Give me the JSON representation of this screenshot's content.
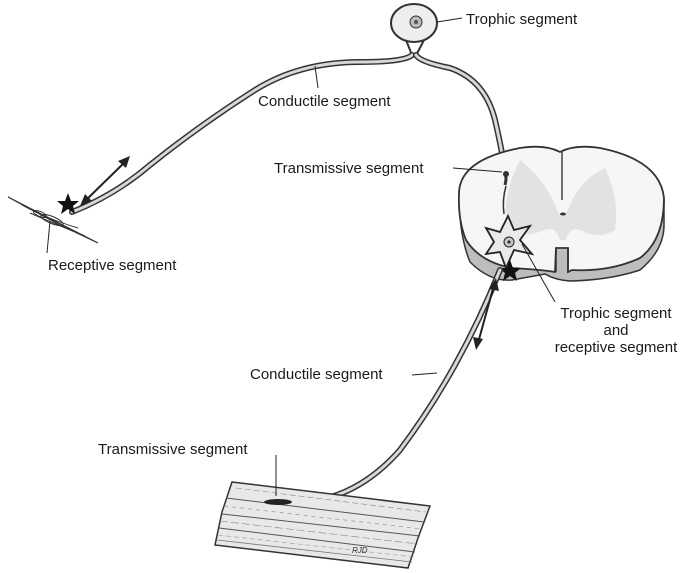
{
  "labels": {
    "trophic_top": "Trophic segment",
    "conductile_top": "Conductile segment",
    "transmissive_top": "Transmissive segment",
    "receptive": "Receptive segment",
    "trophic_receptive_line1": "Trophic segment",
    "trophic_receptive_line2": "and",
    "trophic_receptive_line3": "receptive segment",
    "conductile_bottom": "Conductile segment",
    "transmissive_bottom": "Transmissive segment",
    "signature": "RJD"
  },
  "colors": {
    "axon_fill": "#d8d8d8",
    "axon_stroke": "#333333",
    "cord_top": "#f2f2f2",
    "cord_grey_matter": "#dcdcdc",
    "muscle": "#e6e6e6",
    "line": "#222222"
  }
}
